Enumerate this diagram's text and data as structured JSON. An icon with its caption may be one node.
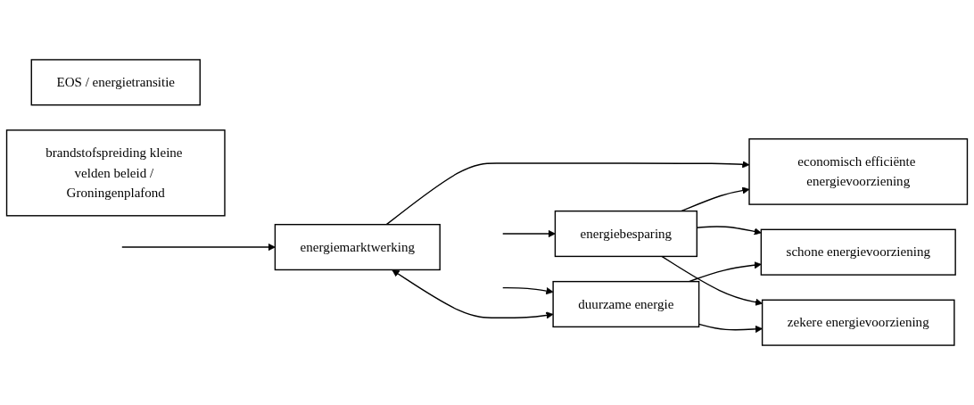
{
  "diagram": {
    "nodes": [
      {
        "text": [
          "energiemarktwerking"
        ]
      },
      {
        "text": [
          "economisch efficiënte energievoorziening"
        ]
      },
      {
        "text": [
          "EOS / energietransitie"
        ]
      },
      {
        "text": [
          "energiebesparing"
        ]
      },
      {
        "text": [
          "schone energievoorziening"
        ]
      },
      {
        "text": [
          "brandstofspreiding kleine velden beleid / Groningenplafond"
        ]
      },
      {
        "text": [
          "duurzame energie"
        ]
      },
      {
        "text": [
          "zekere energievoorziening"
        ]
      }
    ],
    "edges": [
      {
        "from": 0,
        "to": 1,
        "arrow": "to"
      },
      {
        "from": 3,
        "to": 1,
        "arrow": "to"
      },
      {
        "from": null,
        "to": 0,
        "arrow": "to"
      },
      {
        "from": null,
        "to": 3,
        "arrow": "to"
      },
      {
        "from": null,
        "to": 6,
        "arrow": "to"
      },
      {
        "from": 0,
        "to": 6,
        "arrow": "both"
      },
      {
        "from": 3,
        "to": 4,
        "arrow": "to"
      },
      {
        "from": 3,
        "to": 7,
        "arrow": "to"
      },
      {
        "from": 6,
        "to": 4,
        "arrow": "to"
      },
      {
        "from": 6,
        "to": 7,
        "arrow": "to"
      }
    ]
  }
}
